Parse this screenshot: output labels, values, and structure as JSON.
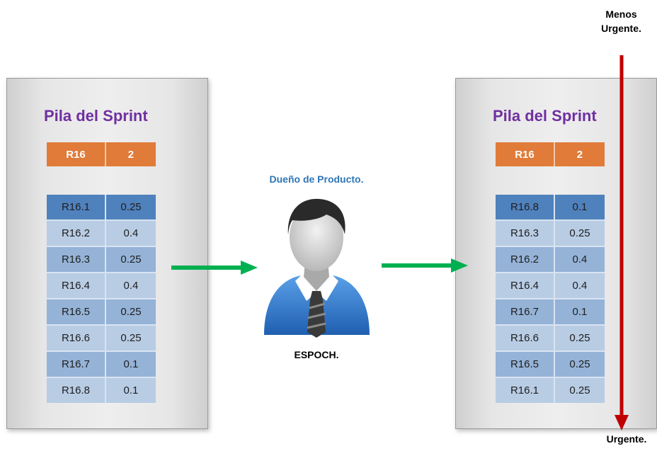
{
  "left_panel": {
    "title": "Pila  del Sprint",
    "header": {
      "id": "R16",
      "value": "2"
    },
    "rows": [
      {
        "id": "R16.1",
        "value": "0.25"
      },
      {
        "id": "R16.2",
        "value": "0.4"
      },
      {
        "id": "R16.3",
        "value": "0.25"
      },
      {
        "id": "R16.4",
        "value": "0.4"
      },
      {
        "id": "R16.5",
        "value": "0.25"
      },
      {
        "id": "R16.6",
        "value": "0.25"
      },
      {
        "id": "R16.7",
        "value": "0.1"
      },
      {
        "id": "R16.8",
        "value": "0.1"
      }
    ]
  },
  "right_panel": {
    "title": "Pila  del Sprint",
    "header": {
      "id": "R16",
      "value": "2"
    },
    "rows": [
      {
        "id": "R16.8",
        "value": "0.1"
      },
      {
        "id": "R16.3",
        "value": "0.25"
      },
      {
        "id": "R16.2",
        "value": "0.4"
      },
      {
        "id": "R16.4",
        "value": "0.4"
      },
      {
        "id": "R16.7",
        "value": "0.1"
      },
      {
        "id": "R16.6",
        "value": "0.25"
      },
      {
        "id": "R16.5",
        "value": "0.25"
      },
      {
        "id": "R16.1",
        "value": "0.25"
      }
    ]
  },
  "owner": {
    "label": "Dueño de Producto.",
    "org": "ESPOCH.",
    "icon": "businessman-icon"
  },
  "urgency": {
    "top_label": "Menos Urgente.",
    "bottom_label": "Urgente."
  },
  "colors": {
    "title": "#7030a0",
    "header": "#e07b39",
    "row_dark": "#4f81bd",
    "row_mid": "#95b3d7",
    "row_light": "#b8cce4",
    "arrow_flow": "#00b050",
    "arrow_urgency": "#c00000",
    "owner_label": "#2e75b6"
  }
}
